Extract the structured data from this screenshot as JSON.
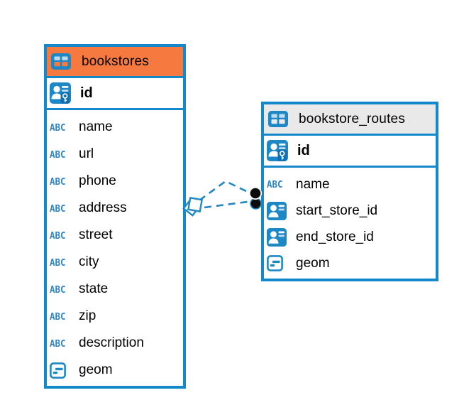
{
  "diagram": {
    "tables": [
      {
        "title": "bookstores",
        "header_color": "#F6793F",
        "primary_key": {
          "label": "id"
        },
        "columns": [
          {
            "label": "name",
            "type": "text"
          },
          {
            "label": "url",
            "type": "text"
          },
          {
            "label": "phone",
            "type": "text"
          },
          {
            "label": "address",
            "type": "text"
          },
          {
            "label": "street",
            "type": "text"
          },
          {
            "label": "city",
            "type": "text"
          },
          {
            "label": "state",
            "type": "text"
          },
          {
            "label": "zip",
            "type": "text"
          },
          {
            "label": "description",
            "type": "text"
          },
          {
            "label": "geom",
            "type": "geometry"
          }
        ]
      },
      {
        "title": "bookstore_routes",
        "header_color": "#E9E9E9",
        "primary_key": {
          "label": "id"
        },
        "columns": [
          {
            "label": "name",
            "type": "text"
          },
          {
            "label": "start_store_id",
            "type": "reference"
          },
          {
            "label": "end_store_id",
            "type": "reference"
          },
          {
            "label": "geom",
            "type": "geometry"
          }
        ]
      }
    ],
    "relationships": [
      {
        "from_table": "bookstore_routes",
        "from_column": "start_store_id",
        "to_table": "bookstores",
        "to_column": "id",
        "style": "dashed"
      },
      {
        "from_table": "bookstore_routes",
        "from_column": "end_store_id",
        "to_table": "bookstores",
        "to_column": "id",
        "style": "dashed"
      }
    ]
  },
  "icons": {
    "text_type_glyph": "ABC"
  },
  "colors": {
    "table_border": "#1389CB",
    "icon_blue": "#1E88C7",
    "header_orange": "#F6793F",
    "header_gray": "#E9E9E9",
    "connector": "#1E88C7",
    "marker_dot": "#0B0B0B",
    "text": "#000000"
  }
}
